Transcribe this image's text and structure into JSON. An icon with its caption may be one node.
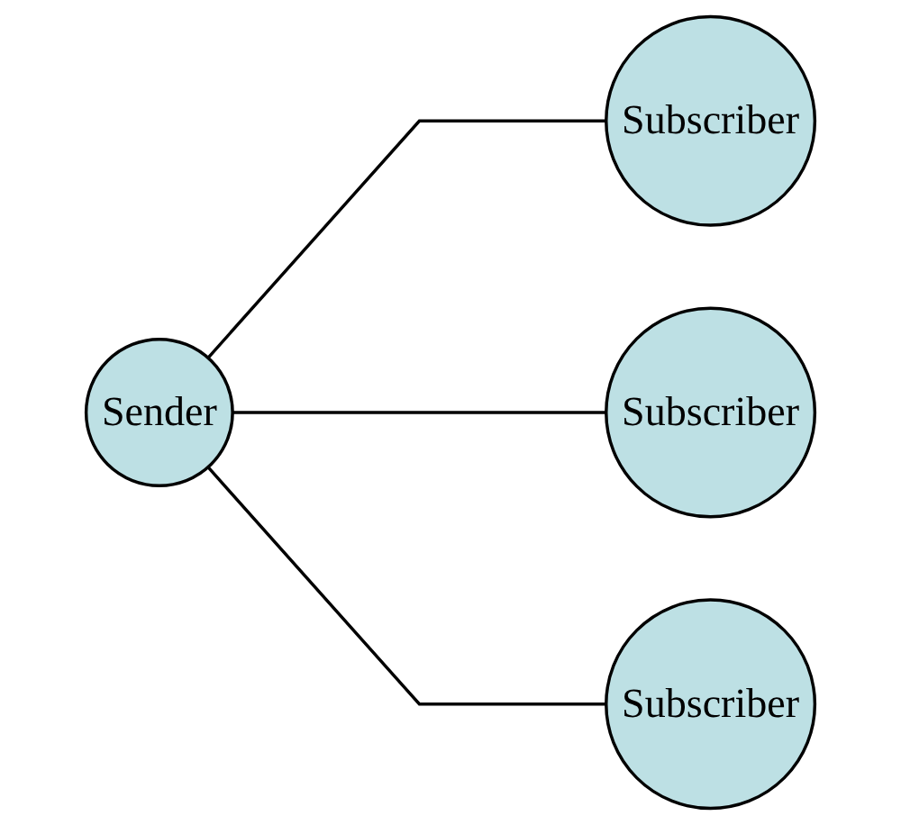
{
  "diagram": {
    "nodes": [
      {
        "text": [
          "Sender"
        ]
      },
      {
        "text": [
          "Subscriber"
        ]
      },
      {
        "text": [
          "Subscriber"
        ]
      },
      {
        "text": [
          "Subscriber"
        ]
      }
    ],
    "edges": [
      {
        "from": 0,
        "to": 1,
        "arrow": "none"
      },
      {
        "from": 0,
        "to": 2,
        "arrow": "none"
      },
      {
        "from": 0,
        "to": 3,
        "arrow": "none"
      }
    ]
  }
}
